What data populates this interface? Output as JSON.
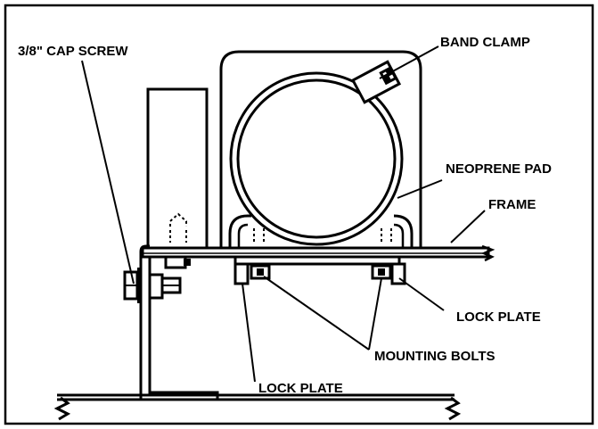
{
  "labels": {
    "cap_screw": "3/8\" CAP SCREW",
    "band_clamp": "BAND CLAMP",
    "neoprene_pad": "NEOPRENE PAD",
    "frame": "FRAME",
    "lock_plate_right": "LOCK PLATE",
    "mounting_bolts": "MOUNTING BOLTS",
    "lock_plate_left": "LOCK PLATE"
  },
  "colors": {
    "ink": "#000000",
    "paper": "#ffffff"
  }
}
